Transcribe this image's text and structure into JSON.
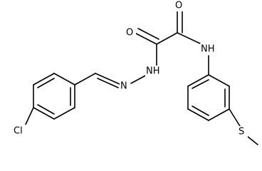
{
  "molecule": {
    "atoms": {
      "cl": "Cl",
      "n_imine": "N",
      "nh_hydrazide": "NH",
      "o_left": "O",
      "o_right": "O",
      "nh_amide": "NH",
      "s": "S"
    },
    "colors": {
      "bond": "#000000",
      "label": "#000000",
      "background": "#ffffff"
    }
  }
}
